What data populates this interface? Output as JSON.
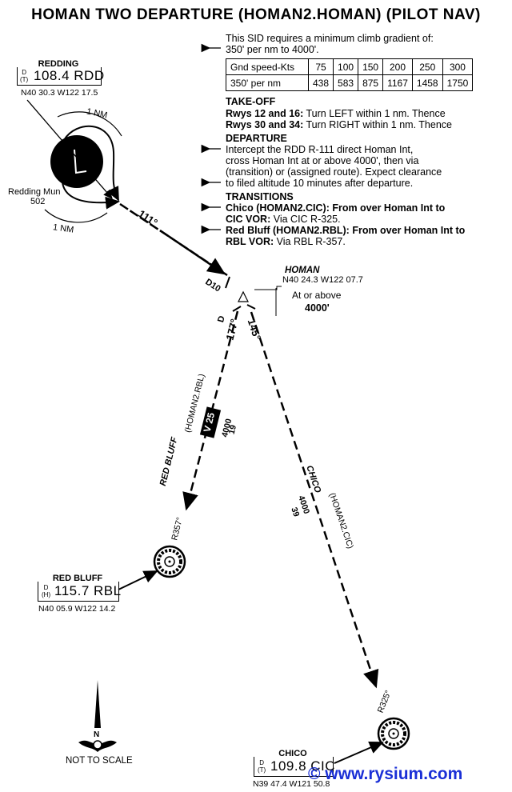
{
  "title": "HOMAN TWO DEPARTURE (HOMAN2.HOMAN) (PILOT NAV)",
  "climb": {
    "line1": "This SID requires a minimum climb gradient of:",
    "line2": "350' per nm to 4000'."
  },
  "gradient_table": {
    "header_label": "Gnd speed-Kts",
    "speeds": [
      "75",
      "100",
      "150",
      "200",
      "250",
      "300"
    ],
    "row_label": "350' per nm",
    "values": [
      "438",
      "583",
      "875",
      "1167",
      "1458",
      "1750"
    ]
  },
  "takeoff": {
    "heading": "TAKE-OFF",
    "rwy1_label": "Rwys 12 and 16:",
    "rwy1_text": "Turn LEFT within 1 nm. Thence",
    "rwy2_label": "Rwys 30 and 34:",
    "rwy2_text": "Turn RIGHT within 1 nm. Thence"
  },
  "departure": {
    "heading": "DEPARTURE",
    "lines": [
      "Intercept the RDD R-111 direct Homan Int,",
      "cross Homan Int at or above 4000', then via",
      "(transition) or (assigned route). Expect clearance",
      "to filed altitude 10 minutes after departure."
    ]
  },
  "transitions": {
    "heading": "TRANSITIONS",
    "chico_bold": "Chico (HOMAN2.CIC): From over Homan Int to",
    "chico_bold2": "CIC VOR:",
    "chico_text": "Via CIC R-325.",
    "rbl_bold": "Red Bluff (HOMAN2.RBL): From over Homan Int to",
    "rbl_bold2": "RBL VOR:",
    "rbl_text": "Via RBL R-357."
  },
  "redding": {
    "name": "REDDING",
    "dt_top": "D",
    "dt_bottom": "(T)",
    "freq": "108.4 RDD",
    "coord": "N40 30.3 W122 17.5"
  },
  "redding_mun": {
    "name": "Redding Mun",
    "elev": "502"
  },
  "red_bluff": {
    "name": "RED BLUFF",
    "dt_top": "D",
    "dt_bottom": "(H)",
    "freq": "115.7 RBL",
    "coord": "N40 05.9 W122 14.2"
  },
  "chico": {
    "name": "CHICO",
    "dt_top": "D",
    "dt_bottom": "(T)",
    "freq": "109.8 CIC",
    "coord": "N39 47.4 W121 50.8"
  },
  "homan": {
    "name": "HOMAN",
    "coord": "N40 24.3 W122 07.7",
    "restrict1": "At or above",
    "restrict2": "4000'"
  },
  "map_labels": {
    "one_nm_top": "1 NM",
    "one_nm_bottom": "1 NM",
    "course_111": "111°",
    "d10": "D10",
    "d_marker": "D",
    "course_177": "177°",
    "course_145": "145°",
    "airway": "V 25",
    "rbl_route_name": "RED BLUFF",
    "rbl_route_code": "(HOMAN2.RBL)",
    "rbl_alt": "4000",
    "rbl_dist": "19",
    "cic_route_name": "CHICO",
    "cic_route_code": "(HOMAN2.CIC)",
    "cic_alt": "4000",
    "cic_dist": "39",
    "r357": "R357°",
    "r325": "R325°"
  },
  "north_arrow": "N",
  "scale_note": "NOT TO SCALE",
  "watermark": "© www.rysium.com",
  "colors": {
    "ink": "#000000",
    "watermark": "#1a2fd6"
  }
}
